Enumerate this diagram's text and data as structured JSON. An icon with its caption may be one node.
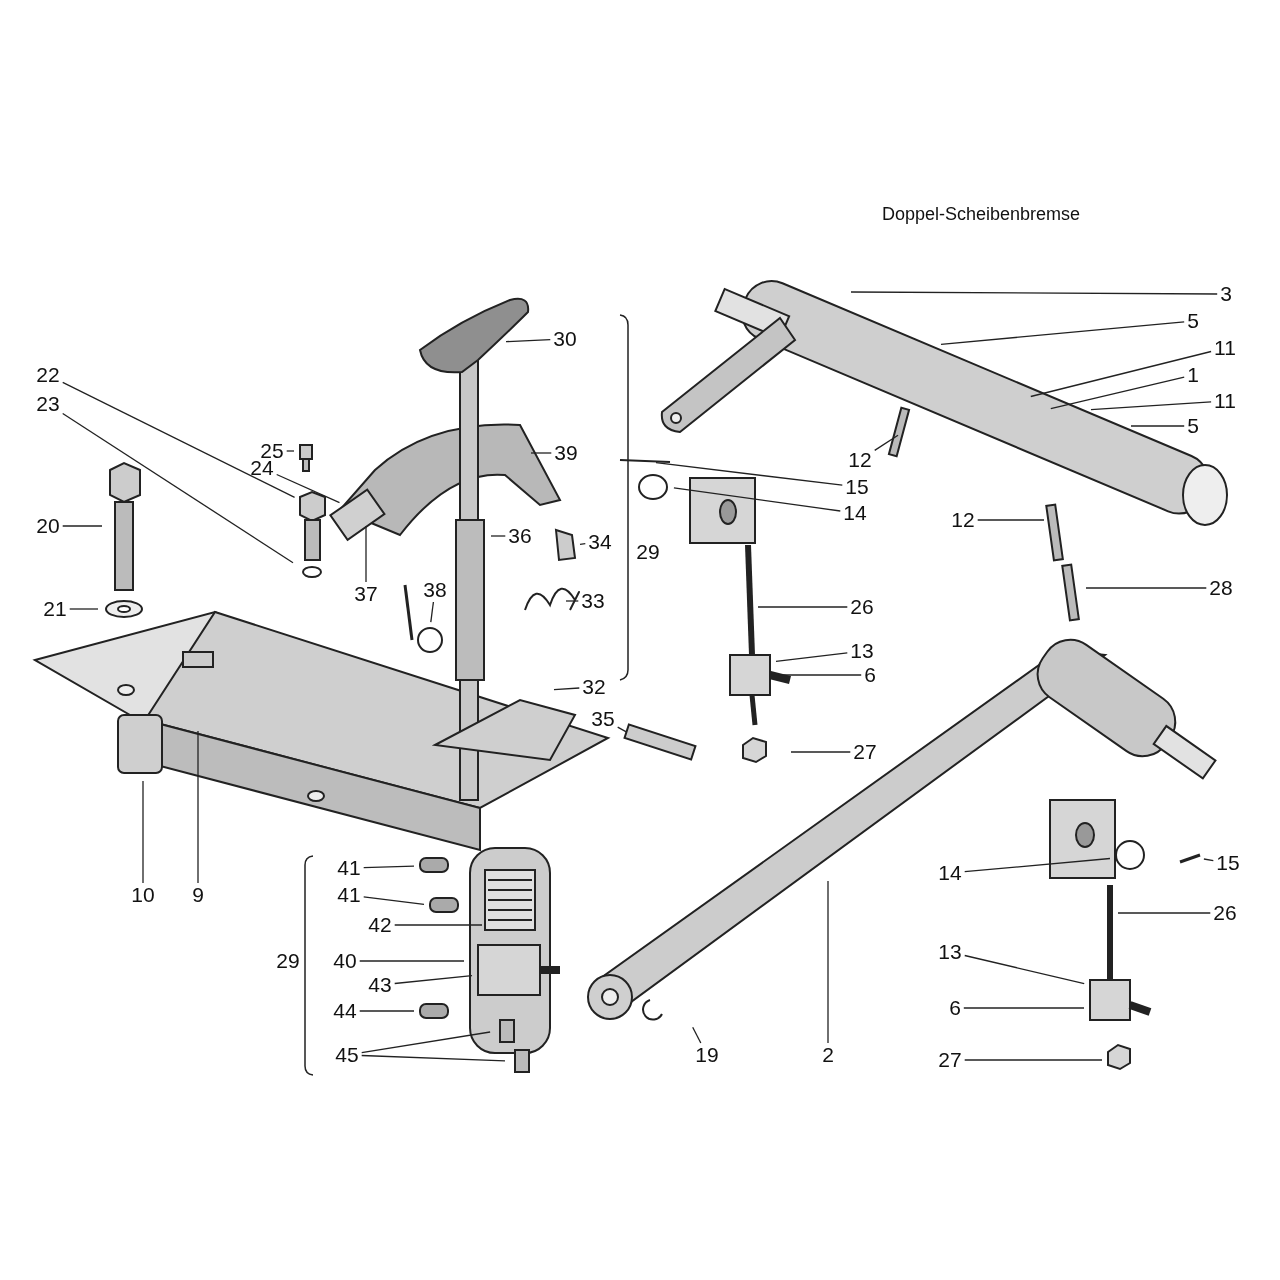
{
  "diagram": {
    "title": "Doppel-Scheibenbremse",
    "nodes": [
      {
        "text": [
          "3"
        ]
      },
      {
        "text": [
          "5"
        ]
      },
      {
        "text": [
          "30"
        ]
      },
      {
        "text": [
          "11"
        ]
      },
      {
        "text": [
          "22"
        ]
      },
      {
        "text": [
          "1"
        ]
      },
      {
        "text": [
          "11"
        ]
      },
      {
        "text": [
          "23"
        ]
      },
      {
        "text": [
          "5"
        ]
      },
      {
        "text": [
          "25"
        ]
      },
      {
        "text": [
          "39"
        ]
      },
      {
        "text": [
          "12"
        ]
      },
      {
        "text": [
          "24"
        ]
      },
      {
        "text": [
          "15"
        ]
      },
      {
        "text": [
          "14"
        ]
      },
      {
        "text": [
          "20"
        ]
      },
      {
        "text": [
          "36"
        ]
      },
      {
        "text": [
          "34"
        ]
      },
      {
        "text": [
          "12"
        ]
      },
      {
        "text": [
          "28"
        ]
      },
      {
        "text": [
          "37"
        ]
      },
      {
        "text": [
          "38"
        ]
      },
      {
        "text": [
          "33"
        ]
      },
      {
        "text": [
          "21"
        ]
      },
      {
        "text": [
          "26"
        ]
      },
      {
        "text": [
          "13"
        ]
      },
      {
        "text": [
          "6"
        ]
      },
      {
        "text": [
          "32"
        ]
      },
      {
        "text": [
          "35"
        ]
      },
      {
        "text": [
          "27"
        ]
      },
      {
        "text": [
          "41"
        ]
      },
      {
        "text": [
          "14"
        ]
      },
      {
        "text": [
          "15"
        ]
      },
      {
        "text": [
          "10"
        ]
      },
      {
        "text": [
          "9"
        ]
      },
      {
        "text": [
          "41"
        ]
      },
      {
        "text": [
          "26"
        ]
      },
      {
        "text": [
          "42"
        ]
      },
      {
        "text": [
          "13"
        ]
      },
      {
        "text": [
          "40"
        ]
      },
      {
        "text": [
          "43"
        ]
      },
      {
        "text": [
          "6"
        ]
      },
      {
        "text": [
          "44"
        ]
      },
      {
        "text": [
          "45"
        ]
      },
      {
        "text": [
          "19"
        ]
      },
      {
        "text": [
          "2"
        ]
      },
      {
        "text": [
          "27"
        ]
      }
    ],
    "edges": [
      {
        "from": 0,
        "to": null,
        "arrow": "none"
      },
      {
        "from": 1,
        "to": null,
        "arrow": "none"
      },
      {
        "from": 2,
        "to": null,
        "arrow": "none"
      },
      {
        "from": 3,
        "to": null,
        "arrow": "none"
      },
      {
        "from": 4,
        "to": null,
        "arrow": "none"
      },
      {
        "from": 5,
        "to": null,
        "arrow": "none"
      },
      {
        "from": 6,
        "to": null,
        "arrow": "none"
      },
      {
        "from": 7,
        "to": null,
        "arrow": "none"
      },
      {
        "from": 8,
        "to": null,
        "arrow": "none"
      },
      {
        "from": 9,
        "to": null,
        "arrow": "none"
      },
      {
        "from": 10,
        "to": null,
        "arrow": "none"
      },
      {
        "from": 11,
        "to": null,
        "arrow": "none"
      },
      {
        "from": 12,
        "to": null,
        "arrow": "none"
      },
      {
        "from": 13,
        "to": null,
        "arrow": "none"
      },
      {
        "from": 14,
        "to": null,
        "arrow": "none"
      },
      {
        "from": 15,
        "to": null,
        "arrow": "none"
      },
      {
        "from": 16,
        "to": null,
        "arrow": "none"
      },
      {
        "from": 17,
        "to": null,
        "arrow": "none"
      },
      {
        "from": 18,
        "to": null,
        "arrow": "none"
      },
      {
        "from": 19,
        "to": null,
        "arrow": "none"
      },
      {
        "from": 20,
        "to": null,
        "arrow": "none"
      },
      {
        "from": 21,
        "to": null,
        "arrow": "none"
      },
      {
        "from": 22,
        "to": null,
        "arrow": "none"
      },
      {
        "from": 23,
        "to": null,
        "arrow": "none"
      },
      {
        "from": 24,
        "to": null,
        "arrow": "none"
      },
      {
        "from": 25,
        "to": null,
        "arrow": "none"
      },
      {
        "from": 26,
        "to": null,
        "arrow": "none"
      },
      {
        "from": 27,
        "to": null,
        "arrow": "none"
      },
      {
        "from": 28,
        "to": null,
        "arrow": "none"
      },
      {
        "from": 29,
        "to": null,
        "arrow": "none"
      },
      {
        "from": 30,
        "to": null,
        "arrow": "none"
      },
      {
        "from": 31,
        "to": null,
        "arrow": "none"
      },
      {
        "from": 32,
        "to": null,
        "arrow": "none"
      },
      {
        "from": 33,
        "to": null,
        "arrow": "none"
      },
      {
        "from": 34,
        "to": null,
        "arrow": "none"
      },
      {
        "from": 35,
        "to": null,
        "arrow": "none"
      },
      {
        "from": 36,
        "to": null,
        "arrow": "none"
      },
      {
        "from": 37,
        "to": null,
        "arrow": "none"
      },
      {
        "from": 38,
        "to": null,
        "arrow": "none"
      },
      {
        "from": 39,
        "to": null,
        "arrow": "none"
      },
      {
        "from": 40,
        "to": null,
        "arrow": "none"
      },
      {
        "from": 41,
        "to": null,
        "arrow": "none"
      },
      {
        "from": 42,
        "to": null,
        "arrow": "none"
      },
      {
        "from": 43,
        "to": null,
        "arrow": "none"
      },
      {
        "from": 43,
        "to": null,
        "arrow": "none"
      },
      {
        "from": 44,
        "to": null,
        "arrow": "none"
      },
      {
        "from": 45,
        "to": null,
        "arrow": "none"
      },
      {
        "from": 46,
        "to": null,
        "arrow": "none"
      }
    ],
    "labels": [
      "29",
      "29"
    ]
  }
}
